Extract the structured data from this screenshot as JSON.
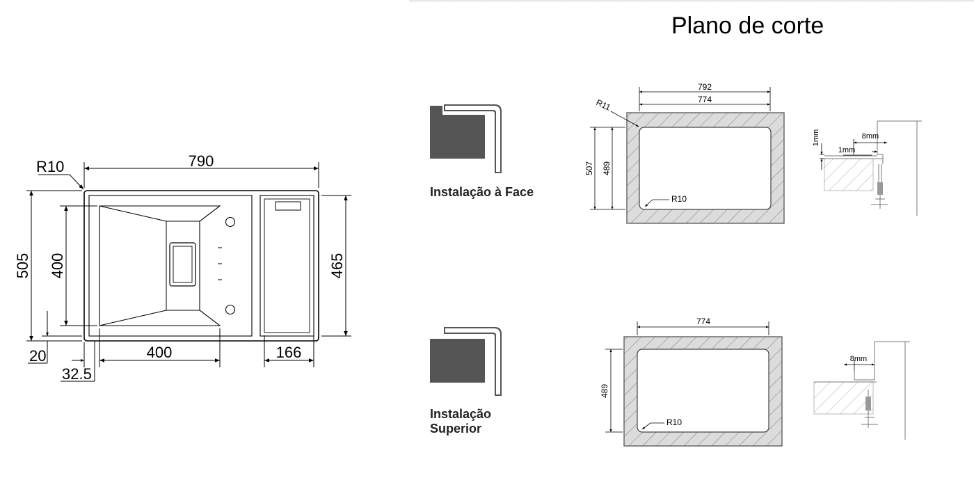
{
  "title": "Plano de corte",
  "sink_drawing": {
    "dims": {
      "radius": "R10",
      "width": "790",
      "height": "505",
      "bowl_height": "400",
      "drainer_height": "465",
      "edge": "20",
      "offset": "32.5",
      "bowl_width": "400",
      "drainer_width": "166"
    }
  },
  "face_install": {
    "label": "Instalação à Face",
    "cut": {
      "outer_width": "792",
      "inner_width": "774",
      "outer_height": "507",
      "inner_height": "489",
      "outer_radius": "R11",
      "inner_radius": "R10"
    },
    "detail": {
      "gap_vertical": "1mm",
      "gap_horizontal": "1mm",
      "overlap": "8mm"
    }
  },
  "top_install": {
    "label_line1": "Instalação",
    "label_line2": "Superior",
    "cut": {
      "width": "774",
      "height": "489",
      "radius": "R10"
    },
    "detail": {
      "overlap": "8mm"
    }
  }
}
